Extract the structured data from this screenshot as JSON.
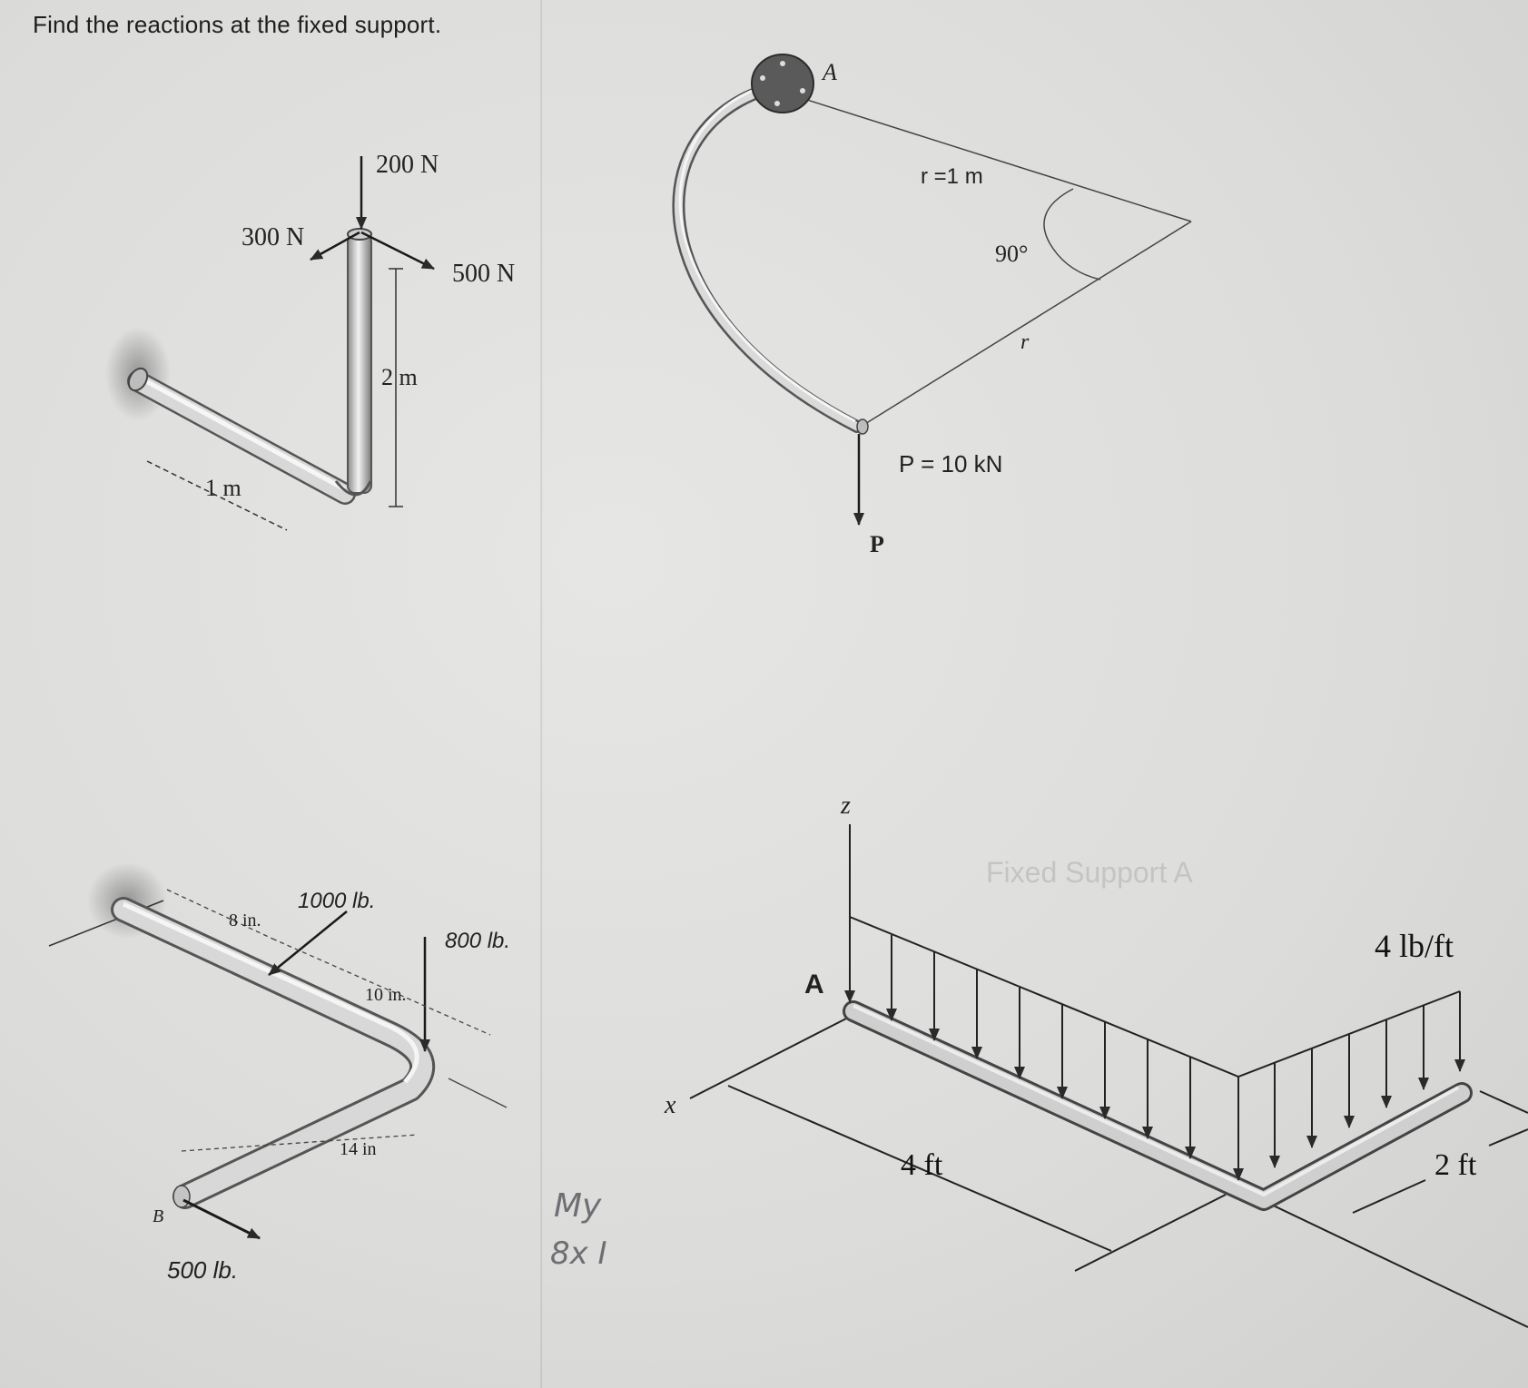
{
  "problem": {
    "prompt": "Find the reactions at the fixed support."
  },
  "figure1": {
    "force_top": "200 N",
    "force_left": "300 N",
    "force_right": "500 N",
    "dim_vertical": "2 m",
    "dim_horizontal": "1 m"
  },
  "figure2": {
    "label_A": "A",
    "radius": "r =1 m",
    "angle": "90°",
    "radius_symbol": "r",
    "load": "P = 10 kN",
    "load_symbol": "P"
  },
  "figure3": {
    "dim_a": "8 in.",
    "force_a": "1000 lb.",
    "dim_b": "10 in.",
    "force_b": "800 lb.",
    "dim_c": "14 in",
    "point_B": "B",
    "force_c": "500 lb."
  },
  "figure4": {
    "axis_z": "z",
    "axis_x": "x",
    "label_A": "A",
    "faint_caption": "Fixed Support A",
    "load_intensity": "4 lb/ft",
    "dim_long": "4 ft",
    "dim_short": "2 ft"
  },
  "handwriting": {
    "line1": "My",
    "line2": "8x I"
  }
}
